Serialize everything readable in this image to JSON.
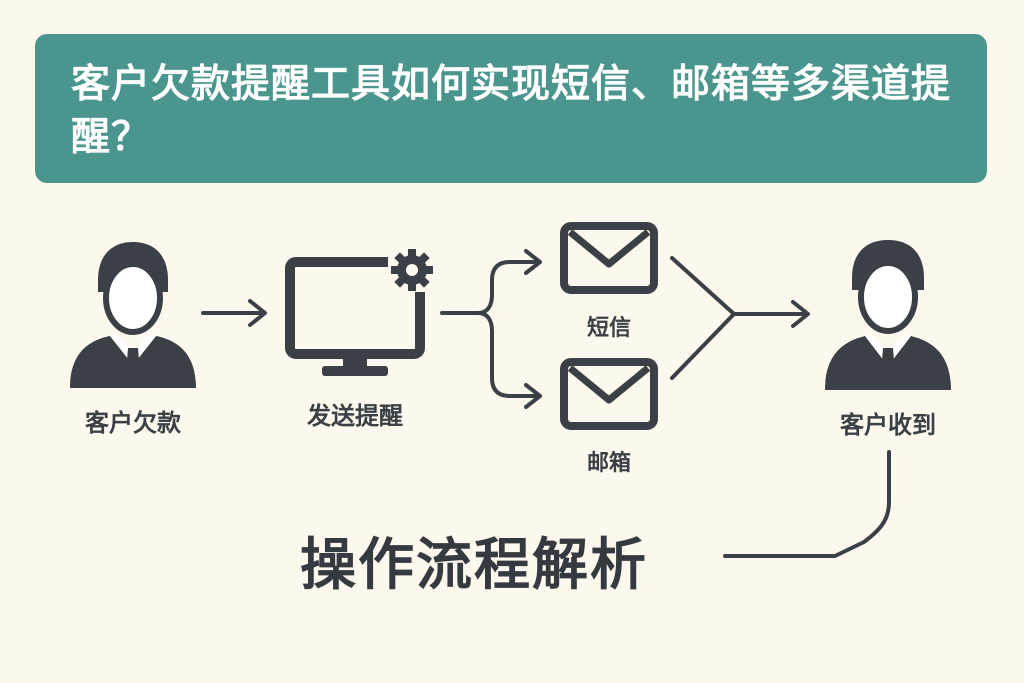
{
  "header": {
    "title": "客户欠款提醒工具如何实现短信、邮箱等多渠道提醒？"
  },
  "nodes": {
    "debtor": "客户欠款",
    "send": "发送提醒",
    "sms": "短信",
    "email": "邮箱",
    "received": "客户收到"
  },
  "footer": {
    "title": "操作流程解析"
  },
  "colors": {
    "banner": "#4a968e",
    "background": "#fcf8ed",
    "ink": "#3b4046"
  },
  "icons": [
    "person-icon",
    "computer-gear-icon",
    "envelope-icon",
    "person-icon"
  ]
}
